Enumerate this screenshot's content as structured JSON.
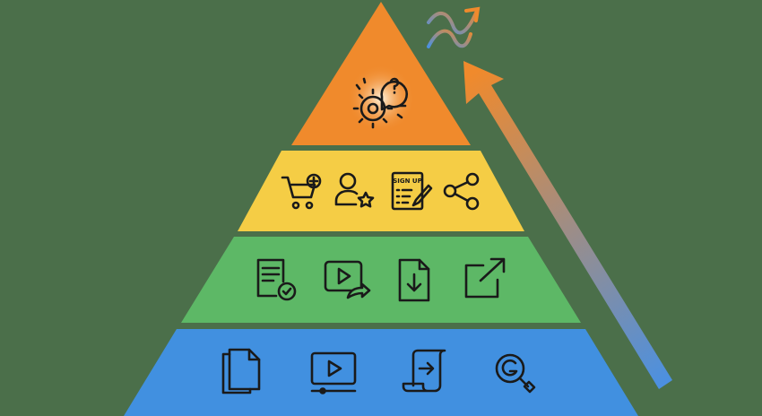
{
  "colors": {
    "background": "#4b6f4a",
    "top_tier": "#f08a2c",
    "second_tier": "#f5cd45",
    "third_tier": "#5db866",
    "base_tier": "#4190e0",
    "arrow_start": "#f08a2c",
    "arrow_end": "#4a90e2"
  },
  "tiers": [
    {
      "name": "top",
      "icons": [
        "gear-question-icon"
      ]
    },
    {
      "name": "second",
      "icons": [
        "cart-add-icon",
        "user-star-icon",
        "signup-form-icon",
        "share-icon"
      ]
    },
    {
      "name": "third",
      "icons": [
        "document-check-icon",
        "video-share-icon",
        "file-download-icon",
        "external-link-icon"
      ]
    },
    {
      "name": "base",
      "icons": [
        "documents-icon",
        "video-player-icon",
        "scroll-arrow-icon",
        "google-search-icon"
      ]
    }
  ],
  "signup_label": "SIGN UP"
}
